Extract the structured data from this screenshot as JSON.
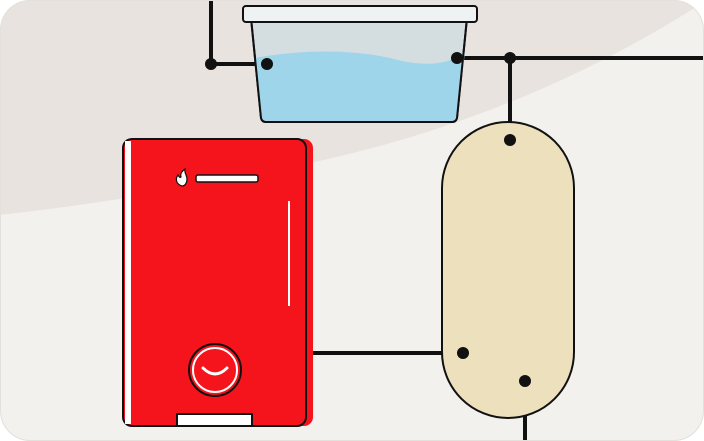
{
  "diagram": {
    "components": [
      {
        "id": "boiler",
        "kind": "combi-boiler",
        "icon": "flame-icon"
      },
      {
        "id": "tank",
        "kind": "cold-water-storage-tank"
      },
      {
        "id": "cylinder",
        "kind": "hot-water-cylinder"
      }
    ],
    "connections": [
      {
        "from": "mains-supply",
        "to": "tank"
      },
      {
        "from": "tank",
        "to": "outflow"
      },
      {
        "from": "outflow",
        "to": "cylinder"
      },
      {
        "from": "boiler",
        "to": "cylinder"
      },
      {
        "from": "cylinder",
        "to": "outflow-bottom"
      }
    ],
    "colors": {
      "background": "#f3f1ee",
      "background_arc": "#e8e3de",
      "boiler": "#f5141c",
      "tank_water": "#9fd5ea",
      "tank_body": "#d4dde0",
      "cylinder": "#ede0bd",
      "pipe": "#111111"
    }
  }
}
